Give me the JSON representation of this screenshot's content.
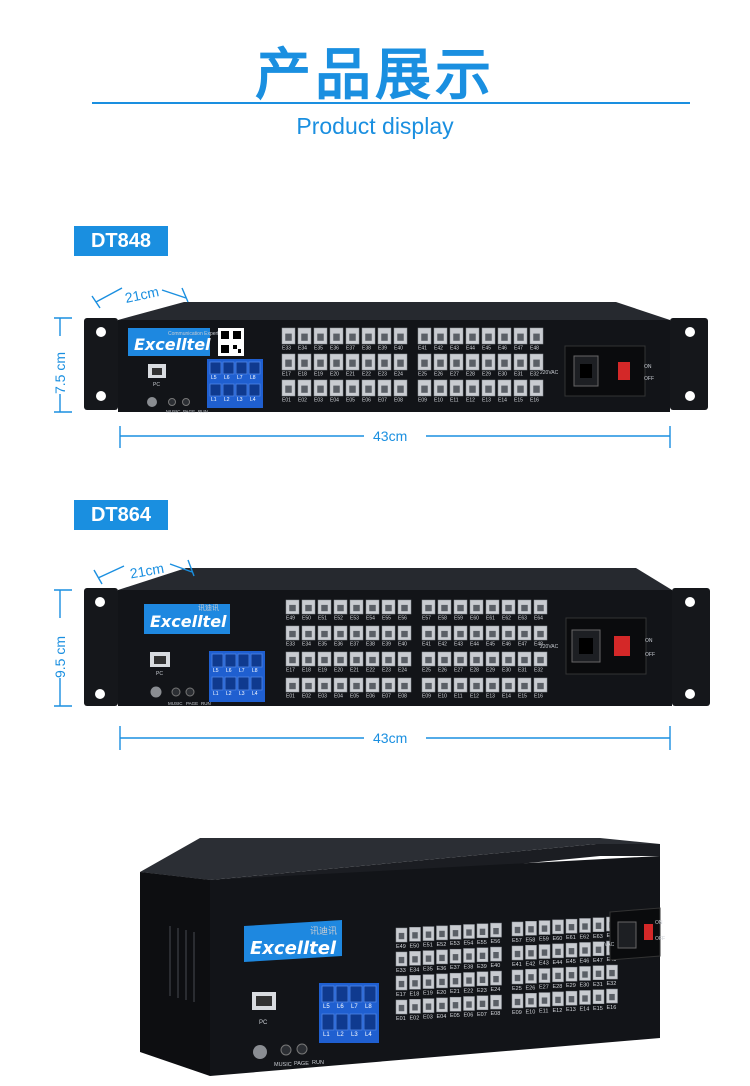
{
  "header": {
    "title": "产品展示",
    "subtitle": "Product display"
  },
  "models": [
    {
      "name": "DT848",
      "depth": "21cm",
      "height": "7.5 cm",
      "width": "43cm"
    },
    {
      "name": "DT864",
      "depth": "21cm",
      "height": "9.5 cm",
      "width": "43cm"
    }
  ],
  "panel": {
    "brand": "Excelltel",
    "brand_cn": "讯迪讯",
    "brand_small": "Communication Expert",
    "pc": "PC",
    "music": "MUSIC",
    "page": "PAGE",
    "run": "RUN",
    "power": "220VAC",
    "on": "ON",
    "off": "OFF",
    "ports_top": [
      "L5",
      "L6",
      "L7",
      "L8"
    ],
    "ports_bottom": [
      "L1",
      "L2",
      "L3",
      "L4"
    ],
    "ext_rows_848": [
      [
        "E33",
        "E34",
        "E35",
        "E36",
        "E37",
        "E38",
        "E39",
        "E40",
        "E41",
        "E42",
        "E43",
        "E44",
        "E45",
        "E46",
        "E47",
        "E48"
      ],
      [
        "E17",
        "E18",
        "E19",
        "E20",
        "E21",
        "E22",
        "E23",
        "E24",
        "E25",
        "E26",
        "E27",
        "E28",
        "E29",
        "E30",
        "E31",
        "E32"
      ],
      [
        "E01",
        "E02",
        "E03",
        "E04",
        "E05",
        "E06",
        "E07",
        "E08",
        "E09",
        "E10",
        "E11",
        "E12",
        "E13",
        "E14",
        "E15",
        "E16"
      ]
    ],
    "ext_rows_864": [
      [
        "E49",
        "E50",
        "E51",
        "E52",
        "E53",
        "E54",
        "E55",
        "E56",
        "E57",
        "E58",
        "E59",
        "E60",
        "E61",
        "E62",
        "E63",
        "E64"
      ],
      [
        "E33",
        "E34",
        "E35",
        "E36",
        "E37",
        "E38",
        "E39",
        "E40",
        "E41",
        "E42",
        "E43",
        "E44",
        "E45",
        "E46",
        "E47",
        "E48"
      ],
      [
        "E17",
        "E18",
        "E19",
        "E20",
        "E21",
        "E22",
        "E23",
        "E24",
        "E25",
        "E26",
        "E27",
        "E28",
        "E29",
        "E30",
        "E31",
        "E32"
      ],
      [
        "E01",
        "E02",
        "E03",
        "E04",
        "E05",
        "E06",
        "E07",
        "E08",
        "E09",
        "E10",
        "E11",
        "E12",
        "E13",
        "E14",
        "E15",
        "E16"
      ]
    ]
  },
  "colors": {
    "accent": "#1a8fe0",
    "chassis": "#121418",
    "port_blue": "#1f5fd0",
    "jack_grey": "#c9ccd1"
  }
}
